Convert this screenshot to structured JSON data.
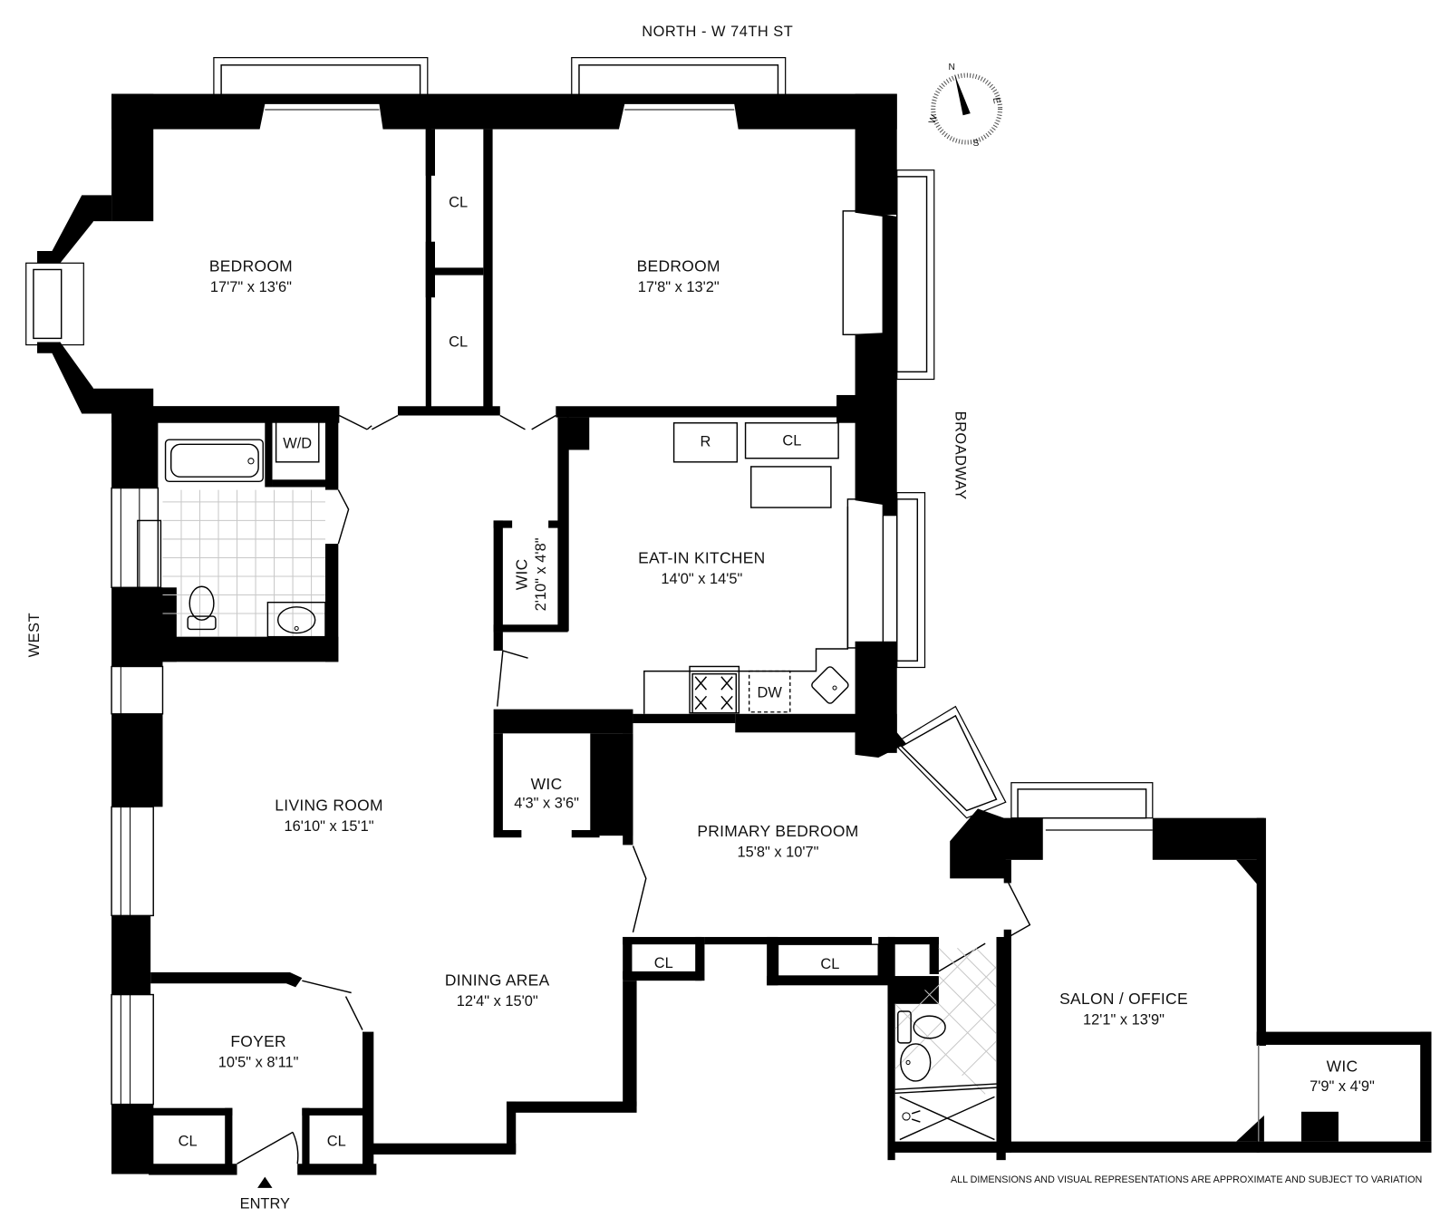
{
  "streets": {
    "north": "NORTH - W 74TH ST",
    "east": "BROADWAY",
    "west": "WEST"
  },
  "compass": {
    "n": "N",
    "e": "E",
    "s": "S",
    "w": "W"
  },
  "rooms": {
    "bedroom_1": {
      "name": "BEDROOM",
      "dim": "17'7\" x 13'6\""
    },
    "bedroom_2": {
      "name": "BEDROOM",
      "dim": "17'8\" x 13'2\""
    },
    "kitchen": {
      "name": "EAT-IN KITCHEN",
      "dim": "14'0\" x 14'5\""
    },
    "wic_kitchen": {
      "name": "WIC",
      "dim": "2'10\" x 4'8\""
    },
    "living_room": {
      "name": "LIVING ROOM",
      "dim": "16'10\" x 15'1\""
    },
    "wic_living": {
      "name": "WIC",
      "dim": "4'3\" x 3'6\""
    },
    "primary_bedroom": {
      "name": "PRIMARY BEDROOM",
      "dim": "15'8\" x 10'7\""
    },
    "dining_area": {
      "name": "DINING AREA",
      "dim": "12'4\" x 15'0\""
    },
    "foyer": {
      "name": "FOYER",
      "dim": "10'5\" x 8'11\""
    },
    "salon_office": {
      "name": "SALON / OFFICE",
      "dim": "12'1\" x 13'9\""
    },
    "wic_salon": {
      "name": "WIC",
      "dim": "7'9\" x 4'9\""
    }
  },
  "fixtures": {
    "closet": "CL",
    "washer_dryer": "W/D",
    "refrigerator": "R",
    "dishwasher": "DW"
  },
  "entry": "ENTRY",
  "disclaimer": "ALL DIMENSIONS AND VISUAL REPRESENTATIONS ARE APPROXIMATE AND SUBJECT TO VARIATION"
}
